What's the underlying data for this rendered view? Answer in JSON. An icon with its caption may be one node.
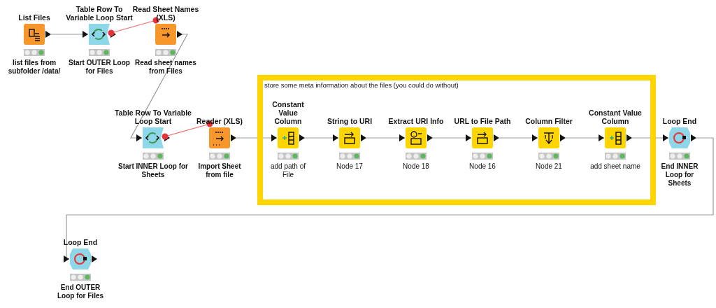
{
  "diagram": {
    "nodes": [
      {
        "text": [
          "List Files",
          "list files from subfolder /data/"
        ]
      },
      {
        "text": [
          "Table Row To Variable Loop Start",
          "Start OUTER Loop for Files"
        ]
      },
      {
        "text": [
          "Read Sheet Names (XLS)",
          "Read sheet names from Files"
        ]
      },
      {
        "text": [
          "Table Row To Variable Loop Start",
          "Start INNER Loop for Sheets"
        ]
      },
      {
        "text": [
          "Reader (XLS)",
          "Import Sheet from file"
        ]
      },
      {
        "text": [
          "store some meta information about the files (you could do without)"
        ]
      },
      {
        "text": [
          "Constant Value Column",
          "add path of File"
        ],
        "in": 5
      },
      {
        "text": [
          "String to URI",
          "Node 17"
        ],
        "in": 5
      },
      {
        "text": [
          "Extract URI Info",
          "Node 18"
        ],
        "in": 5
      },
      {
        "text": [
          "URL to File Path",
          "Node 16"
        ],
        "in": 5
      },
      {
        "text": [
          "Column Filter",
          "Node 21"
        ],
        "in": 5
      },
      {
        "text": [
          "Constant Value Column",
          "add sheet name"
        ],
        "in": 5
      },
      {
        "text": [
          "Loop End",
          "End INNER Loop for Sheets"
        ]
      },
      {
        "text": [
          "Loop End",
          "End OUTER Loop for Files"
        ]
      }
    ],
    "edges": [
      {
        "from": 0,
        "to": 1,
        "arrow": "to"
      },
      {
        "from": 1,
        "to": 2,
        "arrow": "other",
        "color": "#f06a6a"
      },
      {
        "from": 2,
        "to": 3,
        "arrow": "to"
      },
      {
        "from": 3,
        "to": 4,
        "arrow": "other",
        "color": "#f06a6a"
      },
      {
        "from": 4,
        "to": 6,
        "arrow": "to"
      },
      {
        "from": 6,
        "to": 7,
        "arrow": "to"
      },
      {
        "from": 7,
        "to": 8,
        "arrow": "to"
      },
      {
        "from": 8,
        "to": 9,
        "arrow": "to"
      },
      {
        "from": 9,
        "to": 10,
        "arrow": "to"
      },
      {
        "from": 10,
        "to": 11,
        "arrow": "to"
      },
      {
        "from": 11,
        "to": 12,
        "arrow": "to"
      },
      {
        "from": 12,
        "to": 13,
        "arrow": "to"
      }
    ]
  }
}
